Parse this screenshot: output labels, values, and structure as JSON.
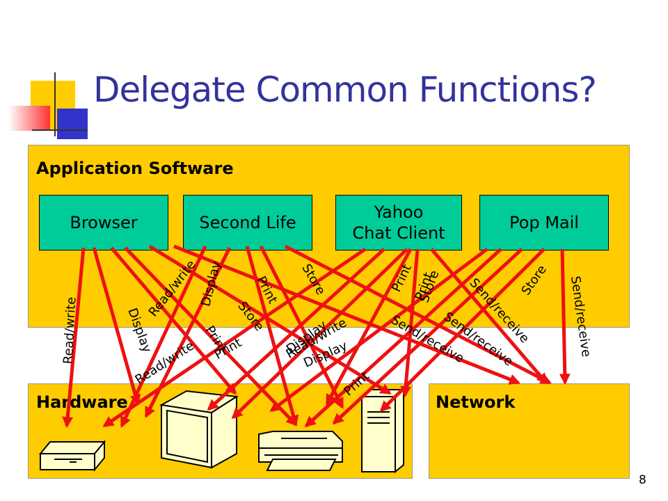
{
  "slide": {
    "title": "Delegate Common Functions?",
    "page_number": "8"
  },
  "application_layer": {
    "label": "Application Software",
    "apps": [
      {
        "name": "Browser"
      },
      {
        "name": "Second Life"
      },
      {
        "name": "Yahoo\nChat Client"
      },
      {
        "name": "Pop Mail"
      }
    ]
  },
  "hardware_layer": {
    "label": "Hardware",
    "devices": [
      "disk-drive",
      "monitor",
      "printer",
      "server-tower"
    ]
  },
  "network_layer": {
    "label": "Network"
  },
  "arrow_color": "#ee1111",
  "arrow_labels": [
    "Read/write",
    "Display",
    "Read/write",
    "Display",
    "Print",
    "Store",
    "Read/write",
    "Print",
    "Store",
    "Print",
    "Read/write",
    "Display",
    "Display",
    "Print",
    "Print",
    "Store",
    "Send/receive",
    "Send/receive",
    "Send/receive",
    "Store",
    "Send/receive",
    "Print"
  ]
}
